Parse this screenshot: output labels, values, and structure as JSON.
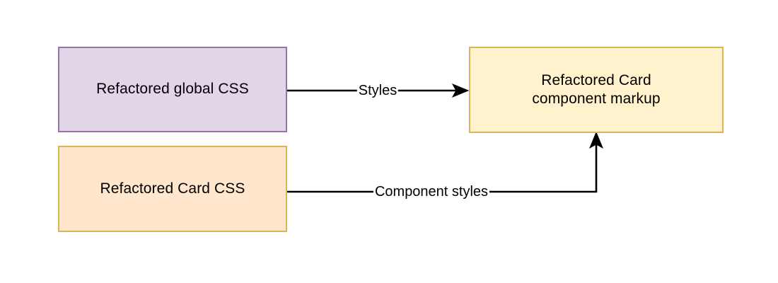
{
  "diagram": {
    "type": "flowchart",
    "background": "#ffffff",
    "nodes": [
      {
        "id": "global-css",
        "label": "Refactored global CSS",
        "fill": "#e1d5e7",
        "stroke": "#9673a6"
      },
      {
        "id": "card-css",
        "label": "Refactored Card CSS",
        "fill": "#ffe6cc",
        "stroke": "#d6b656"
      },
      {
        "id": "card-markup",
        "label": "Refactored Card\ncomponent markup",
        "fill": "#fff2cc",
        "stroke": "#d6b656"
      }
    ],
    "edges": [
      {
        "id": "styles",
        "label": "Styles",
        "from": "global-css",
        "to": "card-markup",
        "stroke": "#000000",
        "arrow": "end"
      },
      {
        "id": "component-styles",
        "label": "Component styles",
        "from": "card-css",
        "to": "card-markup",
        "stroke": "#000000",
        "arrow": "end"
      }
    ]
  }
}
